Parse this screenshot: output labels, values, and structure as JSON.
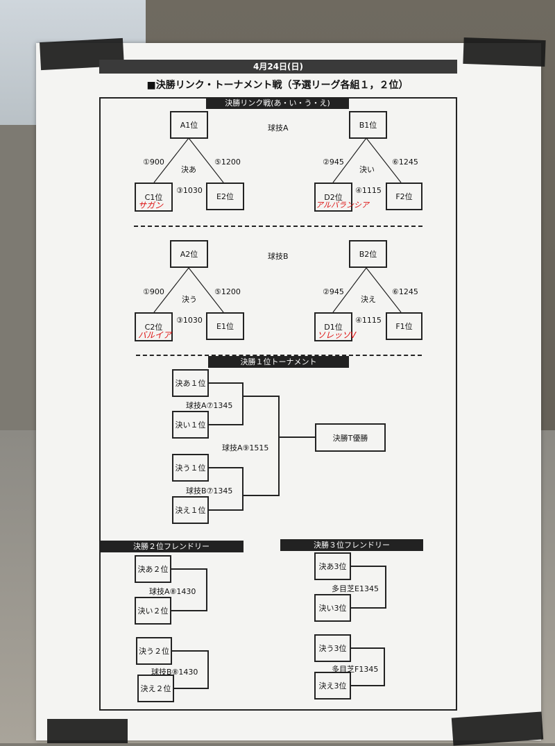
{
  "date": "4月24日(日)",
  "title": "■決勝リンク・トーナメント戦（予選リーグ各組１，２位）",
  "link": {
    "header": "決勝リンク戦(あ・い・う・え)",
    "venueA": "球技A",
    "venueB": "球技B",
    "groups": [
      {
        "top": "A1位",
        "left": "C1位",
        "right": "E2位",
        "center": "決あ",
        "t1": "①900",
        "t2": "⑤1200",
        "t3": "③1030",
        "hand": "サガン"
      },
      {
        "top": "B1位",
        "left": "D2位",
        "right": "F2位",
        "center": "決い",
        "t1": "②945",
        "t2": "⑥1245",
        "t3": "④1115",
        "hand": "アルバランシア"
      },
      {
        "top": "A2位",
        "left": "C2位",
        "right": "E1位",
        "center": "決う",
        "t1": "①900",
        "t2": "⑤1200",
        "t3": "③1030",
        "hand": "バルイア"
      },
      {
        "top": "B2位",
        "left": "D1位",
        "right": "F1位",
        "center": "決え",
        "t1": "②945",
        "t2": "⑥1245",
        "t3": "④1115",
        "hand": "ソレッソV"
      }
    ]
  },
  "tournament": {
    "header": "決勝１位トーナメント",
    "slot1": "決あ１位",
    "slot2": "決い１位",
    "slot3": "決う１位",
    "slot4": "決え１位",
    "m1": "球技A⑦1345",
    "m2": "球技B⑦1345",
    "final": "球技A⑨1515",
    "winner": "決勝T優勝"
  },
  "friendly2": {
    "header": "決勝２位フレンドリー",
    "s1": "決あ２位",
    "s2": "決い２位",
    "s3": "決う２位",
    "s4": "決え２位",
    "m1": "球技A⑧1430",
    "m2": "球技B⑧1430"
  },
  "friendly3": {
    "header": "決勝３位フレンドリー",
    "s1": "決あ3位",
    "s2": "決い3位",
    "s3": "決う3位",
    "s4": "決え3位",
    "m1": "多目芝E1345",
    "m2": "多目芝F1345"
  }
}
